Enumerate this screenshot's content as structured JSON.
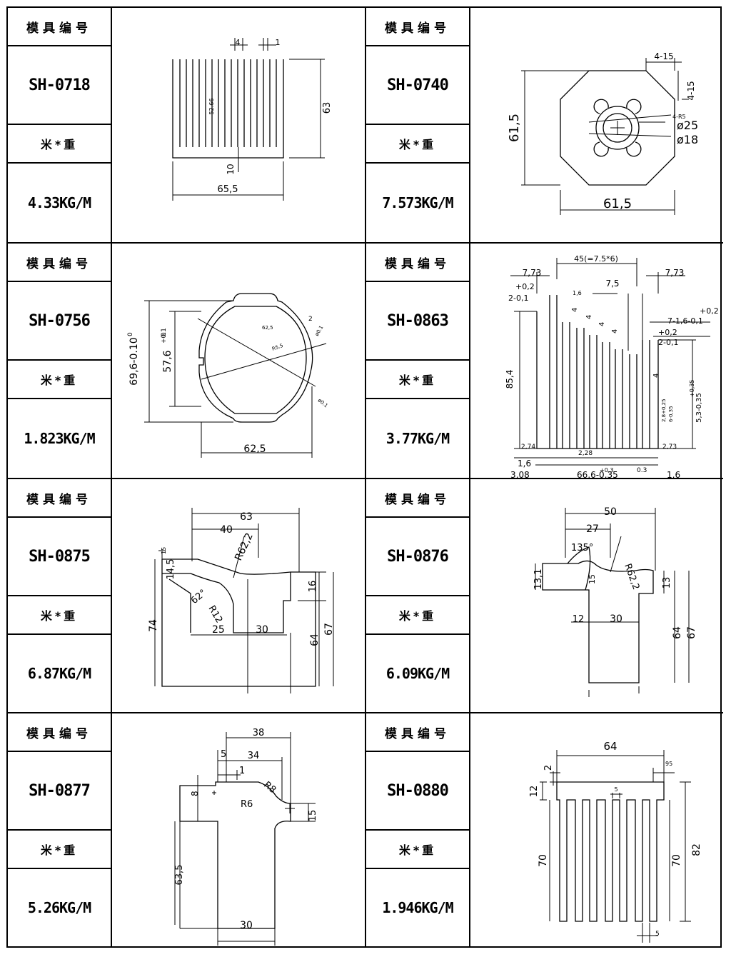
{
  "labels": {
    "mold_number": "模具编号",
    "weight": "米*重"
  },
  "items": [
    {
      "code": "SH-0718",
      "weight": "4.33KG/M",
      "dims": [
        "4",
        "1",
        "52.66",
        "63",
        "10",
        "65,5"
      ]
    },
    {
      "code": "SH-0740",
      "weight": "7.573KG/M",
      "dims": [
        "4-15",
        "4-15",
        "4-R5",
        "ø25",
        "ø18",
        "61,5",
        "61,5"
      ]
    },
    {
      "code": "SH-0756",
      "weight": "1.823KG/M",
      "dims": [
        "69,6-0.10",
        "0",
        "57,6",
        "+0.1",
        "0",
        "2",
        "62,5",
        "R5.5",
        "ø0.1",
        "ø0.1",
        "62,5"
      ]
    },
    {
      "code": "SH-0863",
      "weight": "3.77KG/M",
      "dims": [
        "45(=7.5*6)",
        "7,73",
        "7,73",
        "+0,2",
        "2-0,1",
        "1,6",
        "7,5",
        "4",
        "4",
        "4",
        "4",
        "+0,2",
        "7-1,6-0,1",
        "+0,2",
        "2-0,1",
        "4",
        "85,4",
        "5,3-0,35",
        "+0,35",
        "2,8+0,25",
        "6-0,35",
        "2,74",
        "2,28",
        "2,73",
        "1,6",
        "3,08",
        "66,6-0,35",
        "+0,3",
        "0.3",
        "1,6"
      ]
    },
    {
      "code": "SH-0875",
      "weight": "6.87KG/M",
      "dims": [
        "63",
        "40",
        "R62,2",
        "15",
        "14,5",
        "16",
        "62°",
        "R12",
        "74",
        "25",
        "30",
        "64",
        "67"
      ]
    },
    {
      "code": "SH-0876",
      "weight": "6.09KG/M",
      "dims": [
        "50",
        "27",
        "135°",
        "R62,2",
        "13,1",
        "15",
        "13",
        "12",
        "30",
        "64",
        "67"
      ]
    },
    {
      "code": "SH-0877",
      "weight": "5.26KG/M",
      "dims": [
        "38",
        "5",
        "34",
        "1",
        "8",
        "R8",
        "R6",
        "15",
        "63,5",
        "30"
      ]
    },
    {
      "code": "SH-0880",
      "weight": "1.946KG/M",
      "dims": [
        "64",
        "2",
        "95",
        "12",
        "5",
        "70",
        "70",
        "82",
        "5"
      ]
    }
  ]
}
